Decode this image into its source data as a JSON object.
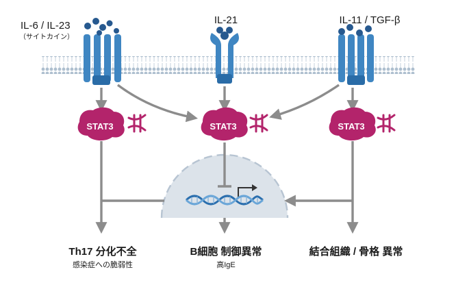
{
  "receptors": [
    {
      "title": "IL-6 / IL-23",
      "subtitle": "（サイトカイン）"
    },
    {
      "title": "IL-21",
      "subtitle": ""
    },
    {
      "title": "IL-11 / TGF-β",
      "subtitle": ""
    }
  ],
  "stat_label": "STAT3",
  "outcomes": [
    {
      "title": "Th17 分化不全",
      "subtitle": "感染症への脆弱性"
    },
    {
      "title": "B細胞 制御異常",
      "subtitle": "高IgE"
    },
    {
      "title": "結合組織 / 骨格 異常",
      "subtitle": ""
    }
  ],
  "colors": {
    "receptor": "#3f86c2",
    "receptor_dark": "#2a6ca7",
    "ligand": "#27598f",
    "stat": "#b3246b",
    "membrane": "#9fb2c4",
    "nucleus": "#dce3ea",
    "arrow": "#8c8c8c",
    "dna_a": "#2b6fae",
    "dna_b": "#6aa6d8"
  }
}
